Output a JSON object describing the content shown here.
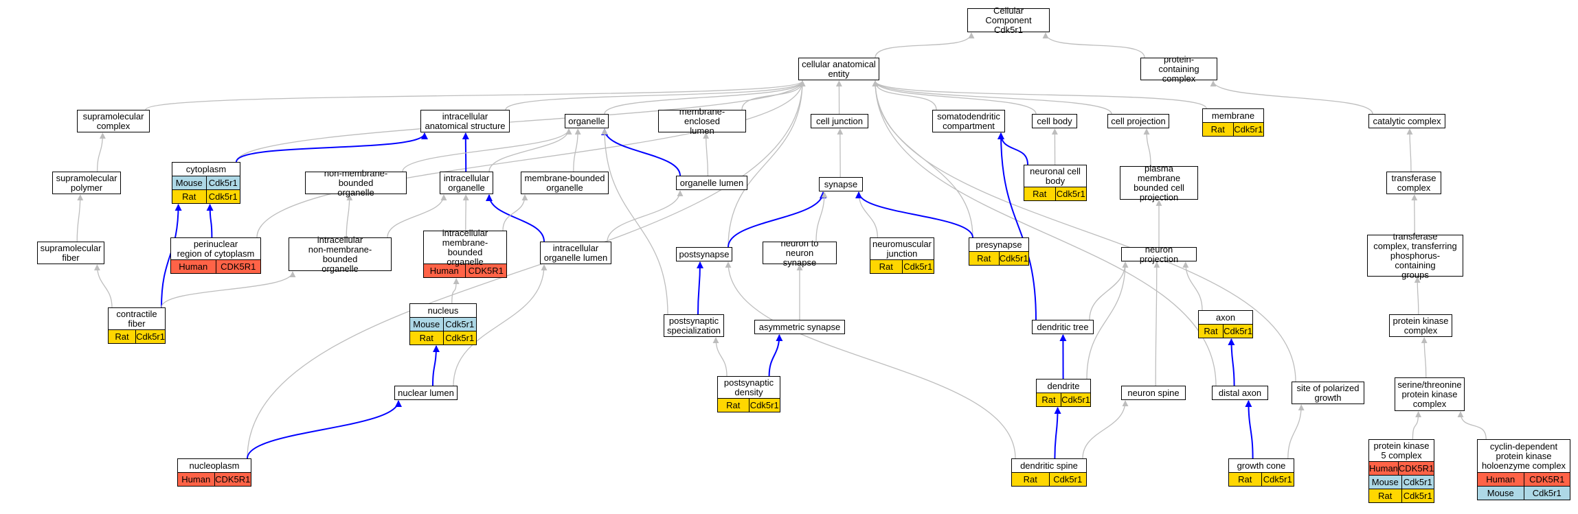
{
  "colors": {
    "human": "#ff6347",
    "mouse": "#add8e6",
    "rat": "#ffd700",
    "edge_default": "#bdbdbd",
    "edge_highlight": "#0000ff"
  },
  "nodes": {
    "root": {
      "label": "Cellular Component\nCdk5r1",
      "annotations": []
    },
    "cellular_anatomical_entity": {
      "label": "cellular anatomical\nentity",
      "annotations": []
    },
    "protein_containing_complex": {
      "label": "protein-containing\ncomplex",
      "annotations": []
    },
    "supramolecular_complex": {
      "label": "supramolecular\ncomplex",
      "annotations": []
    },
    "intracellular_anatomical_structure": {
      "label": "intracellular\nanatomical structure",
      "annotations": []
    },
    "organelle": {
      "label": "organelle",
      "annotations": []
    },
    "membrane_enclosed_lumen": {
      "label": "membrane-enclosed\nlumen",
      "annotations": []
    },
    "cell_junction": {
      "label": "cell junction",
      "annotations": []
    },
    "somatodendritic_compartment": {
      "label": "somatodendritic\ncompartment",
      "annotations": []
    },
    "cell_body": {
      "label": "cell body",
      "annotations": []
    },
    "cell_projection": {
      "label": "cell projection",
      "annotations": []
    },
    "membrane": {
      "label": "membrane",
      "annotations": [
        [
          "Rat",
          "Cdk5r1"
        ]
      ]
    },
    "catalytic_complex": {
      "label": "catalytic complex",
      "annotations": []
    },
    "cytoplasm": {
      "label": "cytoplasm",
      "annotations": [
        [
          "Mouse",
          "Cdk5r1"
        ],
        [
          "Rat",
          "Cdk5r1"
        ]
      ]
    },
    "supramolecular_polymer": {
      "label": "supramolecular\npolymer",
      "annotations": []
    },
    "non_membrane_bounded_organelle": {
      "label": "non-membrane-bounded\norganelle",
      "annotations": []
    },
    "intracellular_organelle": {
      "label": "intracellular\norganelle",
      "annotations": []
    },
    "membrane_bounded_organelle": {
      "label": "membrane-bounded\norganelle",
      "annotations": []
    },
    "organelle_lumen": {
      "label": "organelle lumen",
      "annotations": []
    },
    "synapse": {
      "label": "synapse",
      "annotations": []
    },
    "neuronal_cell_body": {
      "label": "neuronal cell\nbody",
      "annotations": [
        [
          "Rat",
          "Cdk5r1"
        ]
      ]
    },
    "plasma_membrane_bounded_cell_projection": {
      "label": "plasma membrane\nbounded cell\nprojection",
      "annotations": []
    },
    "transferase_complex": {
      "label": "transferase\ncomplex",
      "annotations": []
    },
    "supramolecular_fiber": {
      "label": "supramolecular\nfiber",
      "annotations": []
    },
    "perinuclear_region": {
      "label": "perinuclear\nregion of cytoplasm",
      "annotations": [
        [
          "Human",
          "CDK5R1"
        ]
      ]
    },
    "intracellular_non_membrane_bounded_organelle": {
      "label": "intracellular\nnon-membrane-bounded\norganelle",
      "annotations": []
    },
    "intracellular_membrane_bounded_organelle": {
      "label": "intracellular\nmembrane-bounded\norganelle",
      "annotations": [
        [
          "Human",
          "CDK5R1"
        ]
      ]
    },
    "intracellular_organelle_lumen": {
      "label": "intracellular\norganelle lumen",
      "annotations": []
    },
    "postsynapse": {
      "label": "postsynapse",
      "annotations": []
    },
    "neuron_to_neuron_synapse": {
      "label": "neuron to neuron\nsynapse",
      "annotations": []
    },
    "neuromuscular_junction": {
      "label": "neuromuscular\njunction",
      "annotations": [
        [
          "Rat",
          "Cdk5r1"
        ]
      ]
    },
    "presynapse": {
      "label": "presynapse",
      "annotations": [
        [
          "Rat",
          "Cdk5r1"
        ]
      ]
    },
    "neuron_projection": {
      "label": "neuron projection",
      "annotations": []
    },
    "transferase_phospho": {
      "label": "transferase\ncomplex, transferring\nphosphorus-containing\ngroups",
      "annotations": []
    },
    "contractile_fiber": {
      "label": "contractile\nfiber",
      "annotations": [
        [
          "Rat",
          "Cdk5r1"
        ]
      ]
    },
    "nucleus": {
      "label": "nucleus",
      "annotations": [
        [
          "Mouse",
          "Cdk5r1"
        ],
        [
          "Rat",
          "Cdk5r1"
        ]
      ]
    },
    "postsynaptic_specialization": {
      "label": "postsynaptic\nspecialization",
      "annotations": []
    },
    "asymmetric_synapse": {
      "label": "asymmetric synapse",
      "annotations": []
    },
    "dendritic_tree": {
      "label": "dendritic tree",
      "annotations": []
    },
    "axon": {
      "label": "axon",
      "annotations": [
        [
          "Rat",
          "Cdk5r1"
        ]
      ]
    },
    "protein_kinase_complex": {
      "label": "protein kinase\ncomplex",
      "annotations": []
    },
    "nuclear_lumen": {
      "label": "nuclear lumen",
      "annotations": []
    },
    "postsynaptic_density": {
      "label": "postsynaptic\ndensity",
      "annotations": [
        [
          "Rat",
          "Cdk5r1"
        ]
      ]
    },
    "dendrite": {
      "label": "dendrite",
      "annotations": [
        [
          "Rat",
          "Cdk5r1"
        ]
      ]
    },
    "neuron_spine": {
      "label": "neuron spine",
      "annotations": []
    },
    "distal_axon": {
      "label": "distal axon",
      "annotations": []
    },
    "site_of_polarized_growth": {
      "label": "site of polarized\ngrowth",
      "annotations": []
    },
    "serine_threonine_protein_kinase_complex": {
      "label": "serine/threonine\nprotein kinase\ncomplex",
      "annotations": []
    },
    "nucleoplasm": {
      "label": "nucleoplasm",
      "annotations": [
        [
          "Human",
          "CDK5R1"
        ]
      ]
    },
    "dendritic_spine": {
      "label": "dendritic spine",
      "annotations": [
        [
          "Rat",
          "Cdk5r1"
        ]
      ]
    },
    "growth_cone": {
      "label": "growth cone",
      "annotations": [
        [
          "Rat",
          "Cdk5r1"
        ]
      ]
    },
    "protein_kinase_5_complex": {
      "label": "protein kinase\n5 complex",
      "annotations": [
        [
          "Human",
          "CDK5R1"
        ],
        [
          "Mouse",
          "Cdk5r1"
        ],
        [
          "Rat",
          "Cdk5r1"
        ]
      ]
    },
    "cyclin_dependent_holoenzyme": {
      "label": "cyclin-dependent\nprotein kinase\nholoenzyme complex",
      "annotations": [
        [
          "Human",
          "CDK5R1"
        ],
        [
          "Mouse",
          "Cdk5r1"
        ]
      ]
    }
  },
  "edges": [
    [
      "cellular_anatomical_entity",
      "root",
      false
    ],
    [
      "protein_containing_complex",
      "root",
      false
    ],
    [
      "supramolecular_complex",
      "cellular_anatomical_entity",
      false
    ],
    [
      "intracellular_anatomical_structure",
      "cellular_anatomical_entity",
      false
    ],
    [
      "organelle",
      "cellular_anatomical_entity",
      false
    ],
    [
      "membrane_enclosed_lumen",
      "cellular_anatomical_entity",
      false
    ],
    [
      "cell_junction",
      "cellular_anatomical_entity",
      false
    ],
    [
      "somatodendritic_compartment",
      "cellular_anatomical_entity",
      false
    ],
    [
      "cell_body",
      "cellular_anatomical_entity",
      false
    ],
    [
      "cell_projection",
      "cellular_anatomical_entity",
      false
    ],
    [
      "membrane",
      "cellular_anatomical_entity",
      false
    ],
    [
      "catalytic_complex",
      "protein_containing_complex",
      false
    ],
    [
      "cytoplasm",
      "cellular_anatomical_entity",
      false
    ],
    [
      "perinuclear_region",
      "cellular_anatomical_entity",
      false
    ],
    [
      "nucleoplasm",
      "cellular_anatomical_entity",
      false
    ],
    [
      "postsynapse",
      "cellular_anatomical_entity",
      false
    ],
    [
      "presynapse",
      "cellular_anatomical_entity",
      false
    ],
    [
      "distal_axon",
      "cellular_anatomical_entity",
      false
    ],
    [
      "site_of_polarized_growth",
      "cellular_anatomical_entity",
      false
    ],
    [
      "supramolecular_polymer",
      "supramolecular_complex",
      false
    ],
    [
      "supramolecular_fiber",
      "supramolecular_polymer",
      false
    ],
    [
      "contractile_fiber",
      "supramolecular_fiber",
      false
    ],
    [
      "cytoplasm",
      "intracellular_anatomical_structure",
      true
    ],
    [
      "intracellular_organelle",
      "intracellular_anatomical_structure",
      true
    ],
    [
      "perinuclear_region",
      "cytoplasm",
      true
    ],
    [
      "contractile_fiber",
      "cytoplasm",
      true
    ],
    [
      "non_membrane_bounded_organelle",
      "organelle",
      false
    ],
    [
      "intracellular_organelle",
      "organelle",
      false
    ],
    [
      "membrane_bounded_organelle",
      "organelle",
      false
    ],
    [
      "organelle_lumen",
      "organelle",
      true
    ],
    [
      "postsynaptic_specialization",
      "organelle",
      false
    ],
    [
      "organelle_lumen",
      "membrane_enclosed_lumen",
      false
    ],
    [
      "intracellular_non_membrane_bounded_organelle",
      "non_membrane_bounded_organelle",
      false
    ],
    [
      "intracellular_non_membrane_bounded_organelle",
      "intracellular_organelle",
      false
    ],
    [
      "contractile_fiber",
      "intracellular_non_membrane_bounded_organelle",
      false
    ],
    [
      "intracellular_membrane_bounded_organelle",
      "intracellular_organelle",
      false
    ],
    [
      "intracellular_organelle_lumen",
      "intracellular_organelle",
      true
    ],
    [
      "intracellular_membrane_bounded_organelle",
      "membrane_bounded_organelle",
      false
    ],
    [
      "intracellular_organelle_lumen",
      "organelle_lumen",
      false
    ],
    [
      "nucleus",
      "intracellular_membrane_bounded_organelle",
      false
    ],
    [
      "nuclear_lumen",
      "nucleus",
      true
    ],
    [
      "nuclear_lumen",
      "intracellular_organelle_lumen",
      false
    ],
    [
      "nucleoplasm",
      "nuclear_lumen",
      true
    ],
    [
      "synapse",
      "cell_junction",
      false
    ],
    [
      "postsynapse",
      "synapse",
      true
    ],
    [
      "neuron_to_neuron_synapse",
      "synapse",
      false
    ],
    [
      "neuromuscular_junction",
      "synapse",
      false
    ],
    [
      "presynapse",
      "synapse",
      true
    ],
    [
      "postsynaptic_specialization",
      "postsynapse",
      true
    ],
    [
      "asymmetric_synapse",
      "neuron_to_neuron_synapse",
      false
    ],
    [
      "postsynaptic_density",
      "postsynaptic_specialization",
      false
    ],
    [
      "postsynaptic_density",
      "asymmetric_synapse",
      true
    ],
    [
      "dendritic_spine",
      "postsynapse",
      false
    ],
    [
      "neuronal_cell_body",
      "somatodendritic_compartment",
      true
    ],
    [
      "dendritic_tree",
      "somatodendritic_compartment",
      true
    ],
    [
      "neuronal_cell_body",
      "cell_body",
      false
    ],
    [
      "plasma_membrane_bounded_cell_projection",
      "cell_projection",
      false
    ],
    [
      "neuron_projection",
      "plasma_membrane_bounded_cell_projection",
      false
    ],
    [
      "dendritic_tree",
      "neuron_projection",
      false
    ],
    [
      "axon",
      "neuron_projection",
      false
    ],
    [
      "neuron_spine",
      "neuron_projection",
      false
    ],
    [
      "dendrite",
      "neuron_projection",
      false
    ],
    [
      "dendrite",
      "dendritic_tree",
      true
    ],
    [
      "dendritic_spine",
      "dendrite",
      true
    ],
    [
      "dendritic_spine",
      "neuron_spine",
      false
    ],
    [
      "distal_axon",
      "axon",
      true
    ],
    [
      "growth_cone",
      "distal_axon",
      true
    ],
    [
      "growth_cone",
      "site_of_polarized_growth",
      false
    ],
    [
      "transferase_complex",
      "catalytic_complex",
      false
    ],
    [
      "transferase_phospho",
      "transferase_complex",
      false
    ],
    [
      "protein_kinase_complex",
      "transferase_phospho",
      false
    ],
    [
      "serine_threonine_protein_kinase_complex",
      "protein_kinase_complex",
      false
    ],
    [
      "protein_kinase_5_complex",
      "serine_threonine_protein_kinase_complex",
      false
    ],
    [
      "cyclin_dependent_holoenzyme",
      "serine_threonine_protein_kinase_complex",
      false
    ]
  ]
}
